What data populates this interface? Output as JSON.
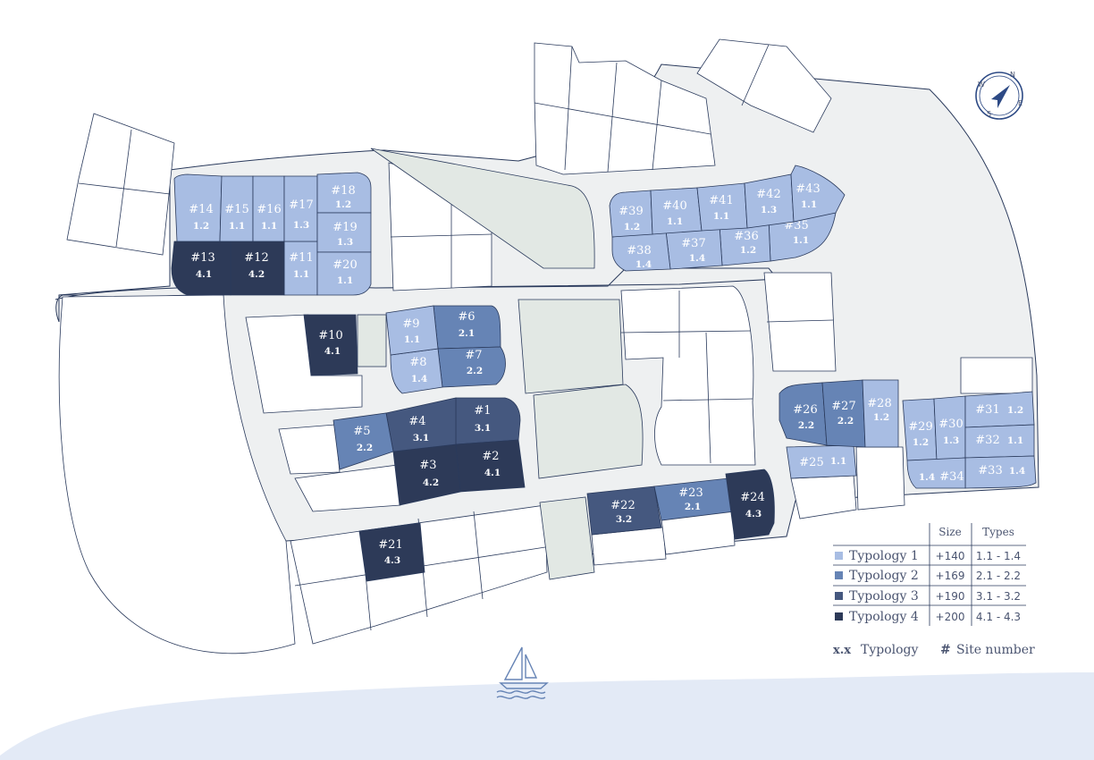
{
  "colors": {
    "typology_1": "#a8bde3",
    "typology_2": "#6684b5",
    "typology_3": "#45587f",
    "typology_4": "#2d3a58",
    "outline": "#2a3a5c",
    "road": "#eef0f1",
    "green": "#e2e8e4",
    "sea": "#e3eaf6"
  },
  "sites": [
    {
      "num": "#1",
      "typ": "3.1",
      "level": 3
    },
    {
      "num": "#2",
      "typ": "4.1",
      "level": 4
    },
    {
      "num": "#3",
      "typ": "4.2",
      "level": 4
    },
    {
      "num": "#4",
      "typ": "3.1",
      "level": 3
    },
    {
      "num": "#5",
      "typ": "2.2",
      "level": 2
    },
    {
      "num": "#6",
      "typ": "2.1",
      "level": 2
    },
    {
      "num": "#7",
      "typ": "2.2",
      "level": 2
    },
    {
      "num": "#8",
      "typ": "1.4",
      "level": 1
    },
    {
      "num": "#9",
      "typ": "1.1",
      "level": 1
    },
    {
      "num": "#10",
      "typ": "4.1",
      "level": 4
    },
    {
      "num": "#11",
      "typ": "1.1",
      "level": 1
    },
    {
      "num": "#12",
      "typ": "4.2",
      "level": 4
    },
    {
      "num": "#13",
      "typ": "4.1",
      "level": 4
    },
    {
      "num": "#14",
      "typ": "1.2",
      "level": 1
    },
    {
      "num": "#15",
      "typ": "1.1",
      "level": 1
    },
    {
      "num": "#16",
      "typ": "1.1",
      "level": 1
    },
    {
      "num": "#17",
      "typ": "1.3",
      "level": 1
    },
    {
      "num": "#18",
      "typ": "1.2",
      "level": 1
    },
    {
      "num": "#19",
      "typ": "1.3",
      "level": 1
    },
    {
      "num": "#20",
      "typ": "1.1",
      "level": 1
    },
    {
      "num": "#21",
      "typ": "4.3",
      "level": 4
    },
    {
      "num": "#22",
      "typ": "3.2",
      "level": 3
    },
    {
      "num": "#23",
      "typ": "2.1",
      "level": 2
    },
    {
      "num": "#24",
      "typ": "4.3",
      "level": 4
    },
    {
      "num": "#25",
      "typ": "1.1",
      "level": 1
    },
    {
      "num": "#26",
      "typ": "2.2",
      "level": 2
    },
    {
      "num": "#27",
      "typ": "2.2",
      "level": 2
    },
    {
      "num": "#28",
      "typ": "1.2",
      "level": 1
    },
    {
      "num": "#29",
      "typ": "1.2",
      "level": 1
    },
    {
      "num": "#30",
      "typ": "1.3",
      "level": 1
    },
    {
      "num": "#31",
      "typ": "1.2",
      "level": 1
    },
    {
      "num": "#32",
      "typ": "1.1",
      "level": 1
    },
    {
      "num": "#33",
      "typ": "1.4",
      "level": 1
    },
    {
      "num": "#34",
      "typ": "1.4",
      "level": 1
    },
    {
      "num": "#35",
      "typ": "1.1",
      "level": 1
    },
    {
      "num": "#36",
      "typ": "1.2",
      "level": 1
    },
    {
      "num": "#37",
      "typ": "1.4",
      "level": 1
    },
    {
      "num": "#38",
      "typ": "1.4",
      "level": 1
    },
    {
      "num": "#39",
      "typ": "1.2",
      "level": 1
    },
    {
      "num": "#40",
      "typ": "1.1",
      "level": 1
    },
    {
      "num": "#41",
      "typ": "1.1",
      "level": 1
    },
    {
      "num": "#42",
      "typ": "1.3",
      "level": 1
    },
    {
      "num": "#43",
      "typ": "1.1",
      "level": 1
    }
  ],
  "legend": {
    "headers": {
      "size": "Size",
      "types": "Types"
    },
    "rows": [
      {
        "label": "Typology 1",
        "size": "+140",
        "types": "1.1 - 1.4",
        "level": 1
      },
      {
        "label": "Typology 2",
        "size": "+169",
        "types": "2.1 - 2.2",
        "level": 2
      },
      {
        "label": "Typology 3",
        "size": "+190",
        "types": "3.1 - 3.2",
        "level": 3
      },
      {
        "label": "Typology 4",
        "size": "+200",
        "types": "4.1 - 4.3",
        "level": 4
      }
    ],
    "key": {
      "xx_symbol": "x.x",
      "xx_label": "Typology",
      "hash_symbol": "#",
      "hash_label": "Site number"
    }
  },
  "compass": {
    "n": "N",
    "s": "S",
    "e": "E",
    "w": "W"
  }
}
